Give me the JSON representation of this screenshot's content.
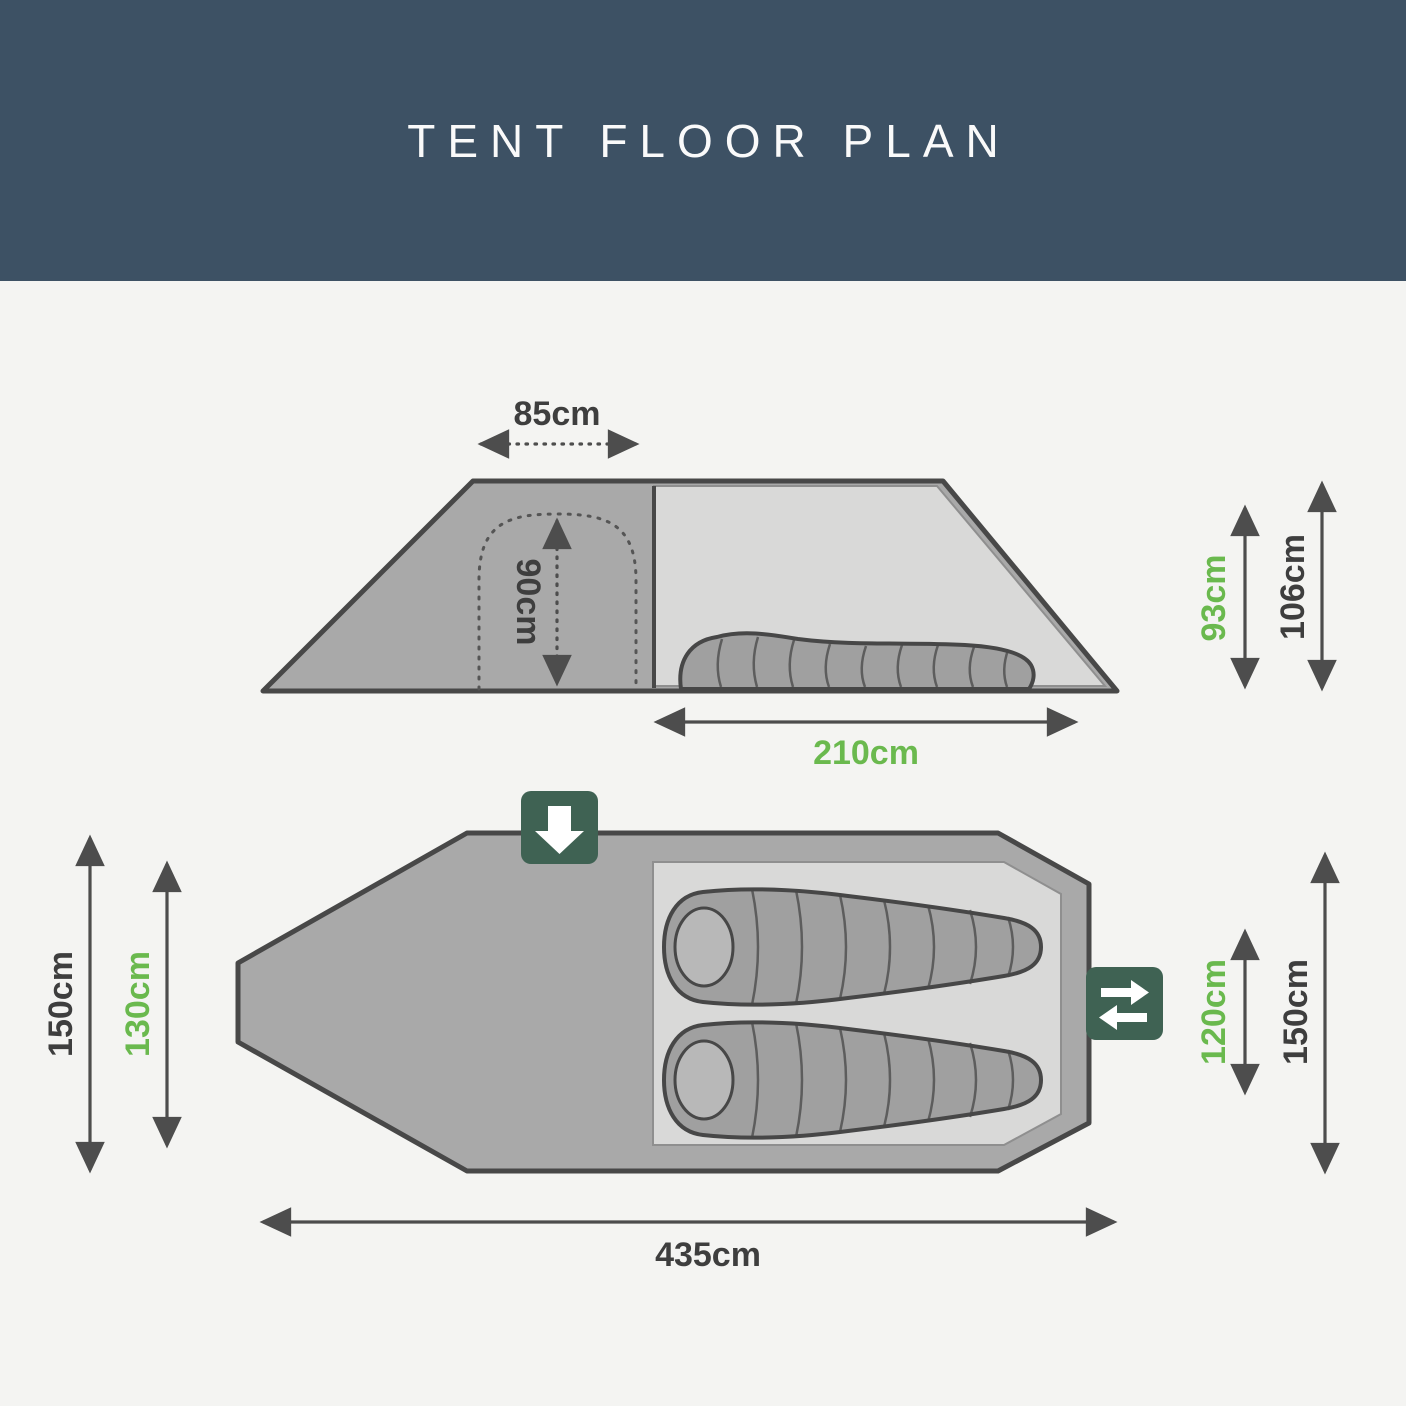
{
  "title": "TENT FLOOR PLAN",
  "side_view": {
    "porch_width": "85cm",
    "door_height": "90cm",
    "inner_length": "210cm",
    "inner_height": "93cm",
    "outer_height": "106cm"
  },
  "floor_plan": {
    "outer_width_left": "150cm",
    "inner_width_left": "130cm",
    "inner_width_right": "120cm",
    "outer_width_right": "150cm",
    "total_length": "435cm"
  },
  "icons": {
    "door_icon": "down-arrow-icon",
    "side_vent_icon": "swap-horizontal-arrows-icon"
  },
  "colors": {
    "header_bg": "#3d5164",
    "page_bg": "#f4f4f2",
    "tent_fill": "#a9a9a9",
    "tent_inner_fill": "#d9d9d8",
    "outline": "#484848",
    "dim_text_dark": "#3e3e3e",
    "dim_text_green": "#6ab94e",
    "icon_green": "#3f6253"
  }
}
